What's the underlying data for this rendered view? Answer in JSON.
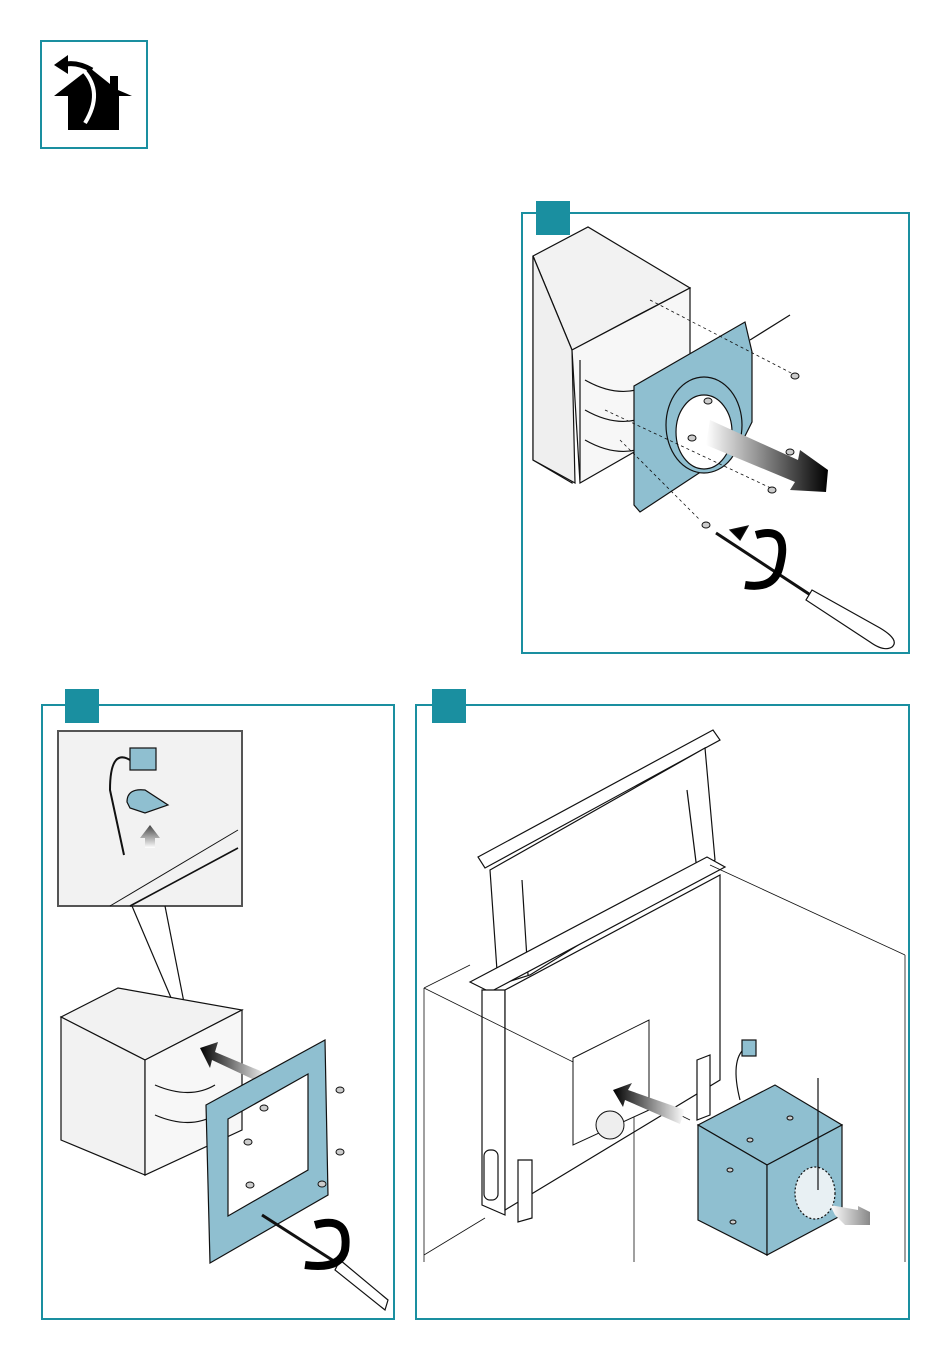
{
  "page": {
    "type": "installation-instructions",
    "colors": {
      "accent": "#1a8fa0",
      "part_fill": "#8fbfd0",
      "line": "#111111",
      "body_fill": "#f2f2f2"
    }
  },
  "header_icon": {
    "icon": "house-exhaust-air-icon",
    "meaning": "exhaust-air-mode"
  },
  "steps": [
    {
      "id": "step-a",
      "icon": "remove-duct-flange-icon"
    },
    {
      "id": "step-b",
      "icon": "attach-frame-and-connector-icon"
    },
    {
      "id": "step-c",
      "icon": "mount-motor-to-downdraft-icon"
    }
  ]
}
